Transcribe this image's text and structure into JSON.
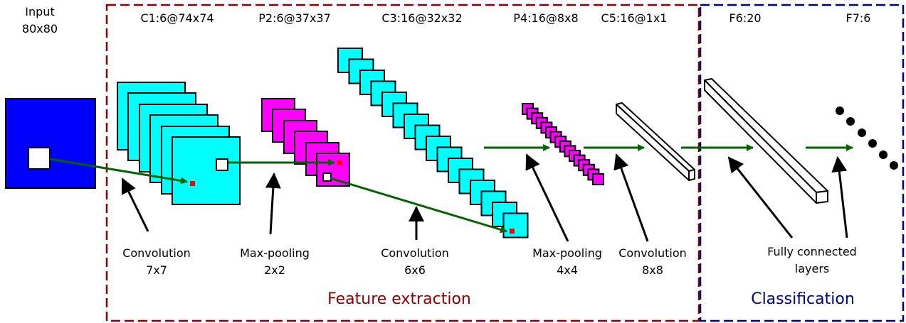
{
  "input": {
    "name": "Input",
    "size": "80x80"
  },
  "layers": {
    "c1": "C1:6@74x74",
    "p2": "P2:6@37x37",
    "c3": "C3:16@32x32",
    "p4": "P4:16@8x8",
    "c5": "C5:16@1x1",
    "f6": "F6:20",
    "f7": "F7:6"
  },
  "operations": {
    "conv7": {
      "line1": "Convolution",
      "line2": "7x7"
    },
    "pool2": {
      "line1": "Max-pooling",
      "line2": "2x2"
    },
    "conv6": {
      "line1": "Convolution",
      "line2": "6x6"
    },
    "pool4": {
      "line1": "Max-pooling",
      "line2": "4x4"
    },
    "conv8": {
      "line1": "Convolution",
      "line2": "8x8"
    },
    "fc": {
      "line1": "Fully connected",
      "line2": "layers"
    }
  },
  "sections": {
    "feature": {
      "label": "Feature extraction",
      "color": "#8b0000"
    },
    "classification": {
      "label": "Classification",
      "color": "#000080"
    }
  },
  "colors": {
    "input": "#0000ff",
    "conv": "#00ffff",
    "pool": "#ff00ff",
    "arrow_flow": "#006400",
    "pixel": "#ff0000"
  }
}
